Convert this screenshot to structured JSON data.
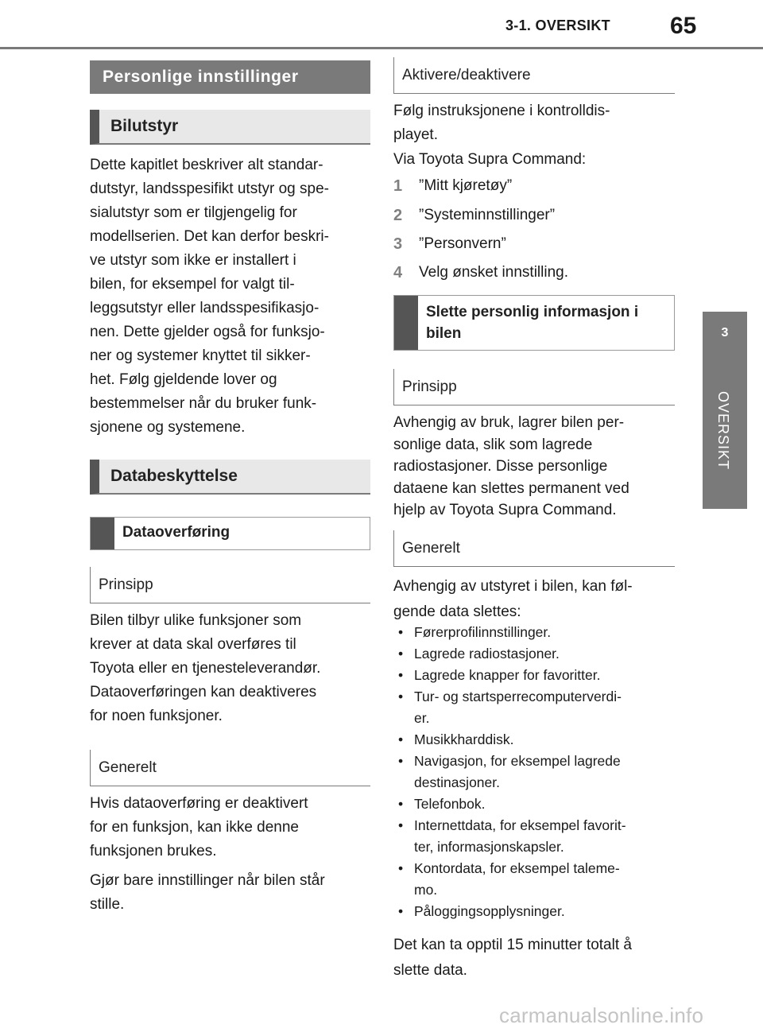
{
  "header": {
    "section": "3-1. OVERSIKT",
    "page_number": "65"
  },
  "side_tab": {
    "number": "3",
    "label": "OVERSIKT"
  },
  "left": {
    "h_personlige": "Personlige innstillinger",
    "h_bilutstyr": "Bilutstyr",
    "p_intro": [
      "Dette kapitlet beskriver alt standar-",
      "dutstyr, landsspesifikt utstyr og spe-",
      "sialutstyr som er tilgjengelig for",
      "modellserien. Det kan derfor beskri-",
      "ve utstyr som ikke er installert i",
      "bilen, for eksempel for valgt til-",
      "leggsutstyr eller landsspesifikasjo-",
      "nen. Dette gjelder også for funksjo-",
      "ner og systemer knyttet til sikker-",
      "het. Følg gjeldende lover og",
      "bestemmelser når du bruker funk-",
      "sjonene og systemene."
    ],
    "h_databeskyttelse": "Databeskyttelse",
    "h_dataoverforing": "Dataoverføring",
    "h_prinsipp": "Prinsipp",
    "p_prinsipp": [
      "Bilen tilbyr ulike funksjoner som",
      "krever at data skal overføres til",
      "Toyota eller en tjenesteleverandør.",
      "Dataoverføringen kan deaktiveres",
      "for noen funksjoner."
    ],
    "h_generelt": "Generelt",
    "p_generelt": [
      "Hvis dataoverføring er deaktivert",
      "for en funksjon, kan ikke denne",
      "funksjonen brukes."
    ],
    "p_gjor": [
      "Gjør bare innstillinger når bilen står",
      "stille."
    ]
  },
  "right": {
    "h_aktivere": "Aktivere/deaktivere",
    "p_folg": [
      "Følg instruksjonene i kontrolldis-",
      "playet."
    ],
    "p_via": "Via Toyota Supra Command:",
    "steps": [
      {
        "n": "1",
        "text": "”Mitt kjøretøy”"
      },
      {
        "n": "2",
        "text": "”Systeminnstillinger”"
      },
      {
        "n": "3",
        "text": "”Personvern”"
      },
      {
        "n": "4",
        "text": "Velg ønsket innstilling."
      }
    ],
    "h_slette": [
      "Slette personlig informasjon i",
      "bilen"
    ],
    "h_prinsipp": "Prinsipp",
    "p_prinsipp": [
      "Avhengig av bruk, lagrer bilen per-",
      "sonlige data, slik som lagrede",
      "radiostasjoner. Disse personlige",
      "dataene kan slettes permanent ved",
      "hjelp av Toyota Supra Command."
    ],
    "h_generelt": "Generelt",
    "p_generelt": [
      "Avhengig av utstyret i bilen, kan føl-",
      "gende data slettes:"
    ],
    "bullets": [
      [
        "Førerprofilinnstillinger."
      ],
      [
        "Lagrede radiostasjoner."
      ],
      [
        "Lagrede knapper for favoritter."
      ],
      [
        "Tur- og startsperrecomputerverdi-",
        "er."
      ],
      [
        "Musikkharddisk."
      ],
      [
        "Navigasjon, for eksempel lagrede",
        "destinasjoner."
      ],
      [
        "Telefonbok."
      ],
      [
        "Internettdata, for eksempel favorit-",
        "ter, informasjonskapsler."
      ],
      [
        "Kontordata, for eksempel taleme-",
        "mo."
      ],
      [
        "Påloggingsopplysninger."
      ]
    ],
    "p_det": [
      "Det kan ta opptil 15 minutter totalt å",
      "slette data."
    ]
  },
  "watermark": "carmanualsonline.info"
}
